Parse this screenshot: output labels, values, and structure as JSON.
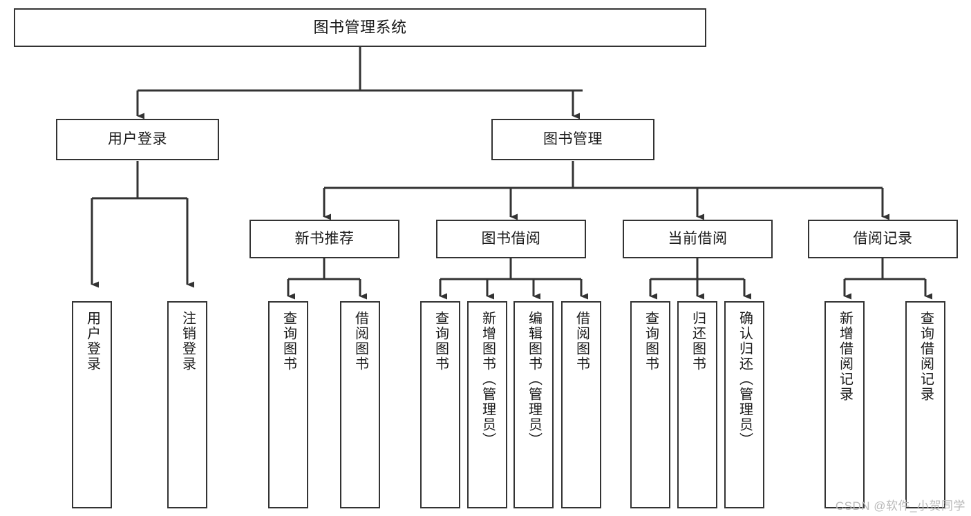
{
  "diagram": {
    "title": "图书管理系统",
    "type": "tree-hierarchy",
    "watermark": "CSDN @软件_小贺同学",
    "colors": {
      "background": "#ffffff",
      "box_border": "#333333",
      "box_fill": "#ffffff",
      "connector": "#333333",
      "text": "#1a1a1a",
      "watermark_text": "#b9b9b9"
    },
    "root": {
      "label": "图书管理系统",
      "orientation": "horizontal"
    },
    "level1": [
      {
        "label": "用户登录",
        "orientation": "horizontal"
      },
      {
        "label": "图书管理",
        "orientation": "horizontal"
      }
    ],
    "level2": [
      {
        "label": "新书推荐",
        "orientation": "horizontal",
        "parent": "图书管理"
      },
      {
        "label": "图书借阅",
        "orientation": "horizontal",
        "parent": "图书管理"
      },
      {
        "label": "当前借阅",
        "orientation": "horizontal",
        "parent": "图书管理"
      },
      {
        "label": "借阅记录",
        "orientation": "horizontal",
        "parent": "图书管理"
      }
    ],
    "leaves": {
      "user_login": [
        {
          "label": "用户登录",
          "orientation": "vertical"
        },
        {
          "label": "注销登录",
          "orientation": "vertical"
        }
      ],
      "new_book_recommend": [
        {
          "label": "查询图书",
          "orientation": "vertical"
        },
        {
          "label": "借阅图书",
          "orientation": "vertical"
        }
      ],
      "book_borrow": [
        {
          "label": "查询图书",
          "orientation": "vertical"
        },
        {
          "label": "新增图书（管理员）",
          "orientation": "vertical"
        },
        {
          "label": "编辑图书（管理员）",
          "orientation": "vertical"
        },
        {
          "label": "借阅图书",
          "orientation": "vertical"
        }
      ],
      "current_borrow": [
        {
          "label": "查询图书",
          "orientation": "vertical"
        },
        {
          "label": "归还图书",
          "orientation": "vertical"
        },
        {
          "label": "确认归还（管理员）",
          "orientation": "vertical"
        }
      ],
      "borrow_record": [
        {
          "label": "新增借阅记录",
          "orientation": "vertical"
        },
        {
          "label": "查询借阅记录",
          "orientation": "vertical"
        }
      ]
    }
  }
}
